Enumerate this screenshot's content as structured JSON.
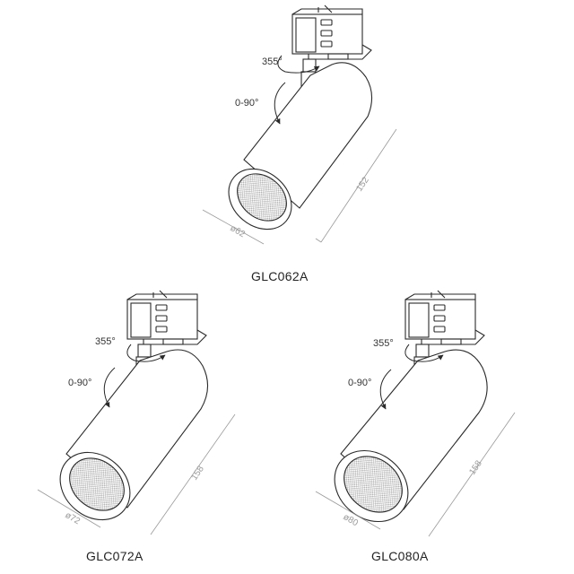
{
  "fixtures": [
    {
      "model": "GLC062A",
      "rotation": "355°",
      "tilt": "0-90°",
      "length": "152",
      "diameter": "ø62"
    },
    {
      "model": "GLC072A",
      "rotation": "355°",
      "tilt": "0-90°",
      "length": "158",
      "diameter": "ø72"
    },
    {
      "model": "GLC080A",
      "rotation": "355°",
      "tilt": "0-90°",
      "length": "158",
      "diameter": "ø80"
    }
  ],
  "colors": {
    "line": "#2a2a2a",
    "dim": "#9a9a9a",
    "mesh": "#bdbdbd"
  }
}
